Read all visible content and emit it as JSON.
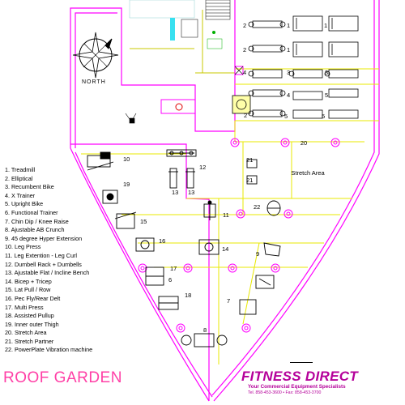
{
  "compass": {
    "label": "NORTH"
  },
  "legend": [
    "1. Treadmill",
    "2. Elliptical",
    "3. Recumbent Bike",
    "4. X Trainer",
    "5. Upright Bike",
    "6. Functional Trainer",
    "7. Chin Dip / Knee Raise",
    "8. Ajustable AB Crunch",
    "9. 45 degree Hyper Extension",
    "10. Leg Press",
    "11. Leg Extention - Leg Curl",
    "12. Dumbell Rack + Dumbells",
    "13. Ajustable Flat / Incline Bench",
    "14. Bicep + Tricep",
    "15. Lat Pull / Row",
    "16. Pec Fly/Rear Delt",
    "17. Multi Press",
    "18. Assisted Pullup",
    "19. Inner outer Thigh",
    "20. Stretch Area",
    "21. Stretch Partner",
    "22. PowerPlate Vibration machine"
  ],
  "roof_label": "ROOF GARDEN",
  "brand": {
    "name": "FITNESS DIRECT",
    "tagline": "Your Commercial Equipment Specialists",
    "contact": "Tel. 858-453-3600   •   Fax: 858-453-3700"
  },
  "stretch_area": {
    "number": "20",
    "label": "Stretch Area"
  },
  "markers": [
    {
      "id": "c2a",
      "text": "2"
    },
    {
      "id": "c2b",
      "text": "2"
    },
    {
      "id": "c2c",
      "text": "2"
    },
    {
      "id": "c1a",
      "text": "1"
    },
    {
      "id": "c1b",
      "text": "1"
    },
    {
      "id": "c1c",
      "text": "1"
    },
    {
      "id": "c3a",
      "text": "3"
    },
    {
      "id": "c4a",
      "text": "4"
    },
    {
      "id": "c3b",
      "text": "3"
    },
    {
      "id": "c4b",
      "text": "4"
    },
    {
      "id": "c5a",
      "text": "5"
    },
    {
      "id": "c5b",
      "text": "5"
    },
    {
      "id": "c5c",
      "text": "5"
    },
    {
      "id": "c10",
      "text": "10"
    },
    {
      "id": "c12",
      "text": "12"
    },
    {
      "id": "c13a",
      "text": "13"
    },
    {
      "id": "c13b",
      "text": "13"
    },
    {
      "id": "c19",
      "text": "19"
    },
    {
      "id": "c21a",
      "text": "21"
    },
    {
      "id": "c21b",
      "text": "21"
    },
    {
      "id": "c22",
      "text": "22"
    },
    {
      "id": "c11",
      "text": "11"
    },
    {
      "id": "c15",
      "text": "15"
    },
    {
      "id": "c16",
      "text": "16"
    },
    {
      "id": "c14",
      "text": "14"
    },
    {
      "id": "c9",
      "text": "9"
    },
    {
      "id": "c17",
      "text": "17"
    },
    {
      "id": "c6",
      "text": "6"
    },
    {
      "id": "c18",
      "text": "18"
    },
    {
      "id": "c7",
      "text": "7"
    },
    {
      "id": "c8",
      "text": "8"
    }
  ],
  "colors": {
    "wall": "#ff00ff",
    "gridline": "#e8e800",
    "equipment": "#000000",
    "accent": "#ff3fa6",
    "brand": "#b5009a"
  }
}
